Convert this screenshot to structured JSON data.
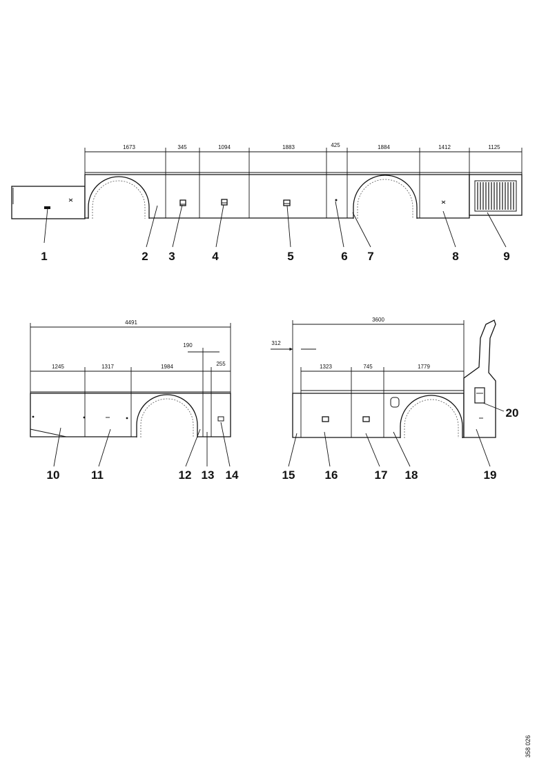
{
  "callouts": {
    "c1": "1",
    "c2": "2",
    "c3": "3",
    "c4": "4",
    "c5": "5",
    "c6": "6",
    "c7": "7",
    "c8": "8",
    "c9": "9",
    "c10": "10",
    "c11": "11",
    "c12": "12",
    "c13": "13",
    "c14": "14",
    "c15": "15",
    "c16": "16",
    "c17": "17",
    "c18": "18",
    "c19": "19",
    "c20": "20"
  },
  "dimensions": {
    "top_1": "1673",
    "top_2": "345",
    "top_3": "1094",
    "top_4": "1883",
    "top_5": "425",
    "top_6": "1884",
    "top_7": "1412",
    "top_8": "1125",
    "left_overall": "4491",
    "left_1": "1245",
    "left_2": "1317",
    "left_3": "1984",
    "left_4": "190",
    "left_5": "255",
    "right_overall": "3600",
    "right_offset": "312",
    "right_1": "1323",
    "right_2": "745",
    "right_3": "1779"
  },
  "document_ref": "358 026",
  "colors": {
    "line": "#111111",
    "background": "#ffffff"
  }
}
